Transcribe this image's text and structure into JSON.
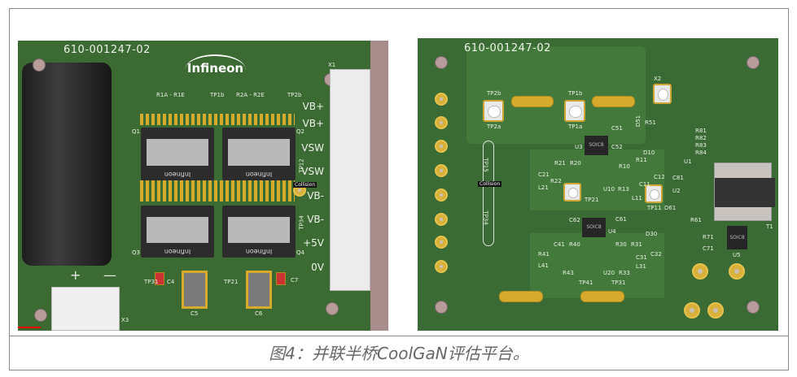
{
  "caption": "图4：并联半桥CoolGaN评估平台。",
  "left_board": {
    "part_number": "610-001247-02",
    "logo": "Infineon",
    "connector_labels": [
      "VB+",
      "VB+",
      "VSW",
      "VSW",
      "VB-",
      "VB-",
      "+5V",
      "0V"
    ],
    "silk": [
      "R1A - R1E",
      "TP1b",
      "R2A - R2E",
      "TP2b",
      "Q1",
      "Q2",
      "Q3",
      "Q4",
      "TP12",
      "TP34",
      "TP31",
      "C4",
      "TP21",
      "C7",
      "C5",
      "C6",
      "X1",
      "X3"
    ],
    "chip_brand": "Infineon",
    "collision": "Collision",
    "plus": "+",
    "minus": "—"
  },
  "right_board": {
    "part_number": "610-001247-02",
    "silk": [
      "TP2b",
      "TP2a",
      "TP1b",
      "TP1a",
      "X2",
      "R51",
      "D51",
      "C51",
      "C52",
      "U3",
      "D10",
      "R81",
      "R82",
      "R83",
      "R84",
      "U1",
      "C81",
      "U2",
      "D61",
      "R61",
      "T1",
      "R21",
      "R20",
      "C21",
      "L21",
      "R22",
      "TP21",
      "R10",
      "R11",
      "C12",
      "C11",
      "U10",
      "R13",
      "L11",
      "TP11",
      "C62",
      "C61",
      "U4",
      "D30",
      "C41",
      "R40",
      "R41",
      "L41",
      "R43",
      "R30",
      "R31",
      "C32",
      "U20",
      "R33",
      "C31",
      "L31",
      "TP41",
      "TP31",
      "R71",
      "C71",
      "U5",
      "TP15",
      "TP34"
    ],
    "chip_text": [
      "SOIC8",
      "SOIC8",
      "SOIC8"
    ],
    "collision": "Collision"
  }
}
